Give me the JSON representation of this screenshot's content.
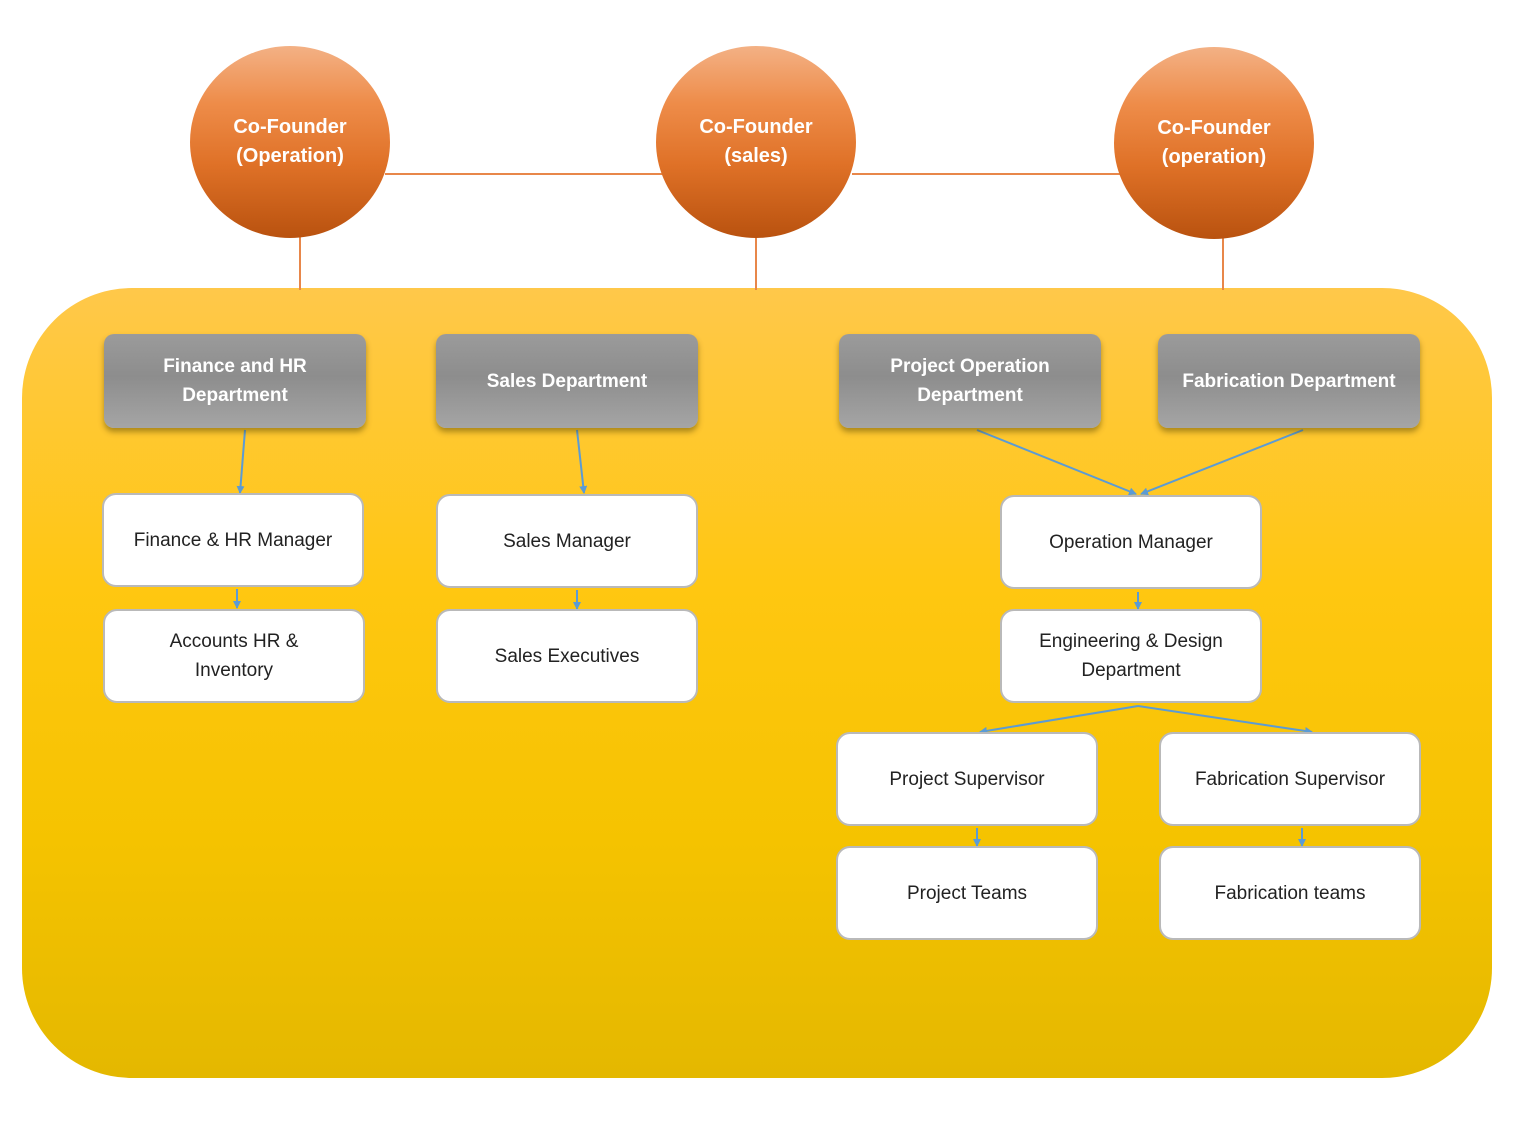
{
  "founders": [
    {
      "label": "Co-Founder\n(Operation)"
    },
    {
      "label": "Co-Founder\n(sales)"
    },
    {
      "label": "Co-Founder\n(operation)"
    }
  ],
  "departments": {
    "finance_hr": "Finance and HR\nDepartment",
    "sales": "Sales Department",
    "project_operation": "Project Operation\nDepartment",
    "fabrication": "Fabrication Department"
  },
  "roles": {
    "finance_hr_manager": "Finance & HR Manager",
    "accounts_hr_inventory": "Accounts HR &\nInventory",
    "sales_manager": "Sales Manager",
    "sales_executives": "Sales Executives",
    "operation_manager": "Operation Manager",
    "engineering_design": "Engineering & Design\nDepartment",
    "project_supervisor": "Project Supervisor",
    "fabrication_supervisor": "Fabrication Supervisor",
    "project_teams": "Project Teams",
    "fabrication_teams": "Fabrication teams"
  },
  "colors": {
    "founder_accent": "#e07a2f",
    "panel_yellow": "#ffc711",
    "department_gray": "#9a9a9a",
    "arrow_blue": "#5b9bd5"
  }
}
